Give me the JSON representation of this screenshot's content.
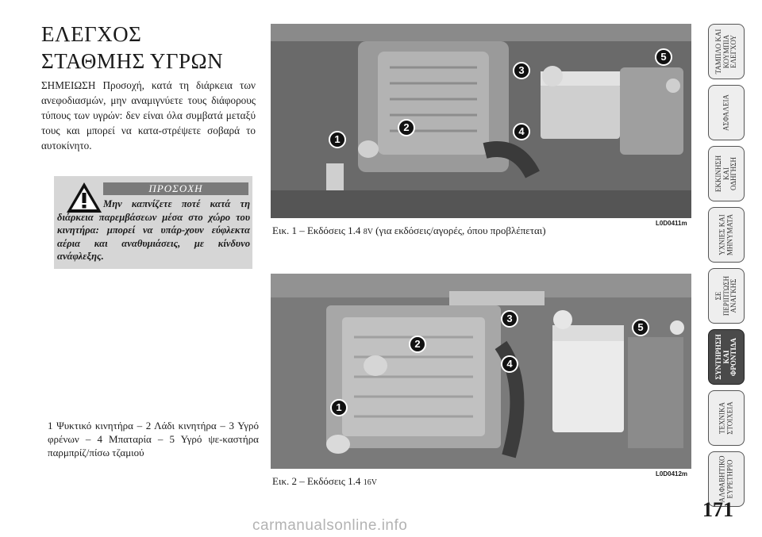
{
  "title_lines": [
    "ΕΛΕΓΧΟΣ",
    "ΣΤΑΘΜΗΣ ΥΓΡΩΝ"
  ],
  "note": "ΣΗΜΕΙΩΣΗ Προσοχή, κατά τη διάρκεια των ανεφοδιασμών, μην αναμιγνύετε τους διάφορους τύπους των υγρών: δεν είναι όλα συμβατά μεταξύ τους και μπορεί να κατα-στρέψετε σοβαρά το αυτοκίνητο.",
  "warning": {
    "label": "ΠΡΟΣΟΧΗ",
    "icon": "warning-triangle-icon",
    "text": "Μην καπνίζετε ποτέ κατά τη διάρκεια παρεμβάσεων μέσα στο χώρο του κινητήρα: μπορεί να υπάρ-χουν εύφλεκτα αέρια και αναθυμιάσεις, με κίνδυνο ανάφλεξης."
  },
  "legend": "1 Ψυκτικό κινητήρα – 2 Λάδι κινητήρα – 3 Υγρό φρένων – 4 Μπαταρία – 5 Υγρό ψε-καστήρα παρμπρίζ/πίσω τζαμιού",
  "figures": [
    {
      "caption_main": "Εικ. 1 – Εκδόσεις 1.4",
      "caption_version": "8V",
      "caption_rest": "(για εκδόσεις/αγορές, όπου προβλέπεται)",
      "code": "L0D0411m",
      "callouts": [
        "1",
        "2",
        "3",
        "4",
        "5"
      ]
    },
    {
      "caption_main": "Εικ. 2 – Εκδόσεις 1.4",
      "caption_version": "16V",
      "caption_rest": "",
      "code": "L0D0412m",
      "callouts": [
        "1",
        "2",
        "3",
        "4",
        "5"
      ]
    }
  ],
  "side_tabs": [
    {
      "label": "ΤΑΜΠΛΟ ΚΑΙ\nΚΟΥΜΠΙΑ\nΕΛΕΓΧΟΥ",
      "active": false
    },
    {
      "label": "ΑΣΦΑΛΕΙΑ",
      "active": false
    },
    {
      "label": "ΕΚΚΙΝΗΣΗ\nΚΑΙ\nΟΔΗΓΗΣΗ",
      "active": false
    },
    {
      "label": "ΥΧΝΙΕΣ ΚΑΙ\nΜΗΝΥΜΑΤΑ",
      "active": false
    },
    {
      "label": "ΣΕ\nΠΕΡΙΠΤΩΣΗ\nΑΝΑΓΚΗΣ",
      "active": false
    },
    {
      "label": "ΣΥΝΤΗΡΗΣΗ\nΚΑΙ\nΦΡΟΝΤΙΔΑ",
      "active": true
    },
    {
      "label": "ΤΕΧΝΙΚΑ\nΣΤΟΙΧΕΙΑ",
      "active": false
    },
    {
      "label": "ΑΛΦΑΒΗΤΙΚΟ\nΕΥΡΕΤΗΡΙΟ",
      "active": false
    }
  ],
  "page_number": "171",
  "watermark": "carmanualsonline.info"
}
